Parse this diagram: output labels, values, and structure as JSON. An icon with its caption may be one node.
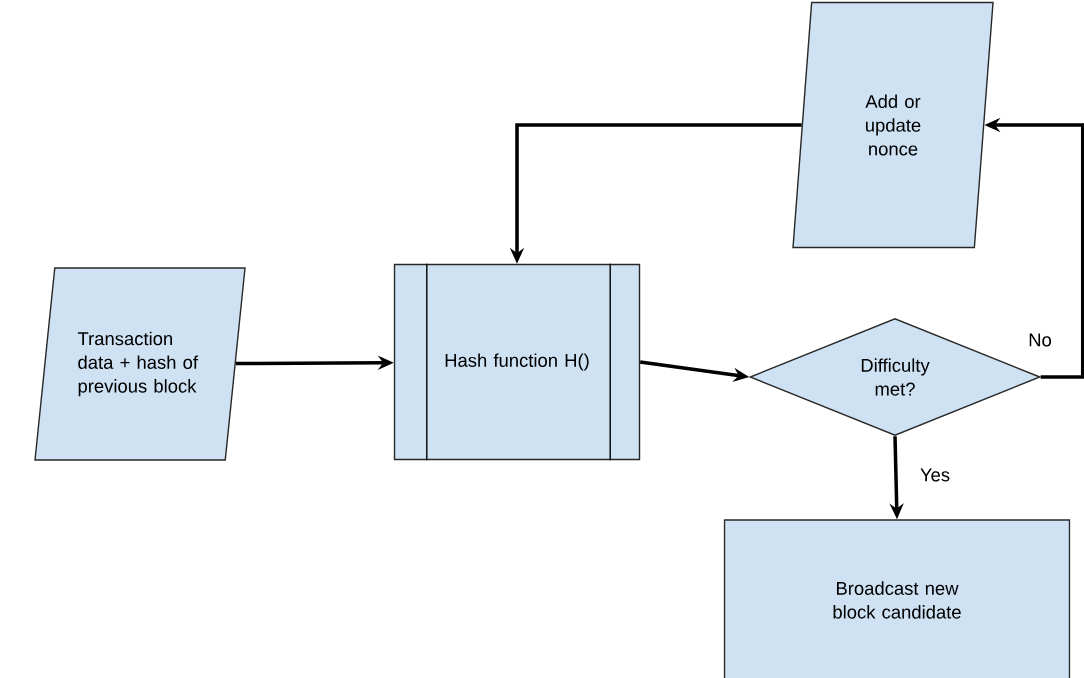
{
  "diagram": {
    "nodes": [
      {
        "text": [
          "Transaction data + hash of previous block"
        ]
      },
      {
        "text": [
          "Hash function H()"
        ]
      },
      {
        "text": [
          "Difficulty met?"
        ]
      },
      {
        "text": [
          "Add or update nonce"
        ]
      },
      {
        "text": [
          "Broadcast new block candidate"
        ]
      }
    ],
    "edges": [
      {
        "from": 0,
        "to": 1,
        "arrow": "to"
      },
      {
        "from": 1,
        "to": 2,
        "arrow": "to"
      },
      {
        "from": 2,
        "to": 3,
        "arrow": "to",
        "label": "No"
      },
      {
        "from": 3,
        "to": 1,
        "arrow": "to"
      },
      {
        "from": 2,
        "to": 4,
        "arrow": "to",
        "label": "Yes"
      }
    ]
  }
}
